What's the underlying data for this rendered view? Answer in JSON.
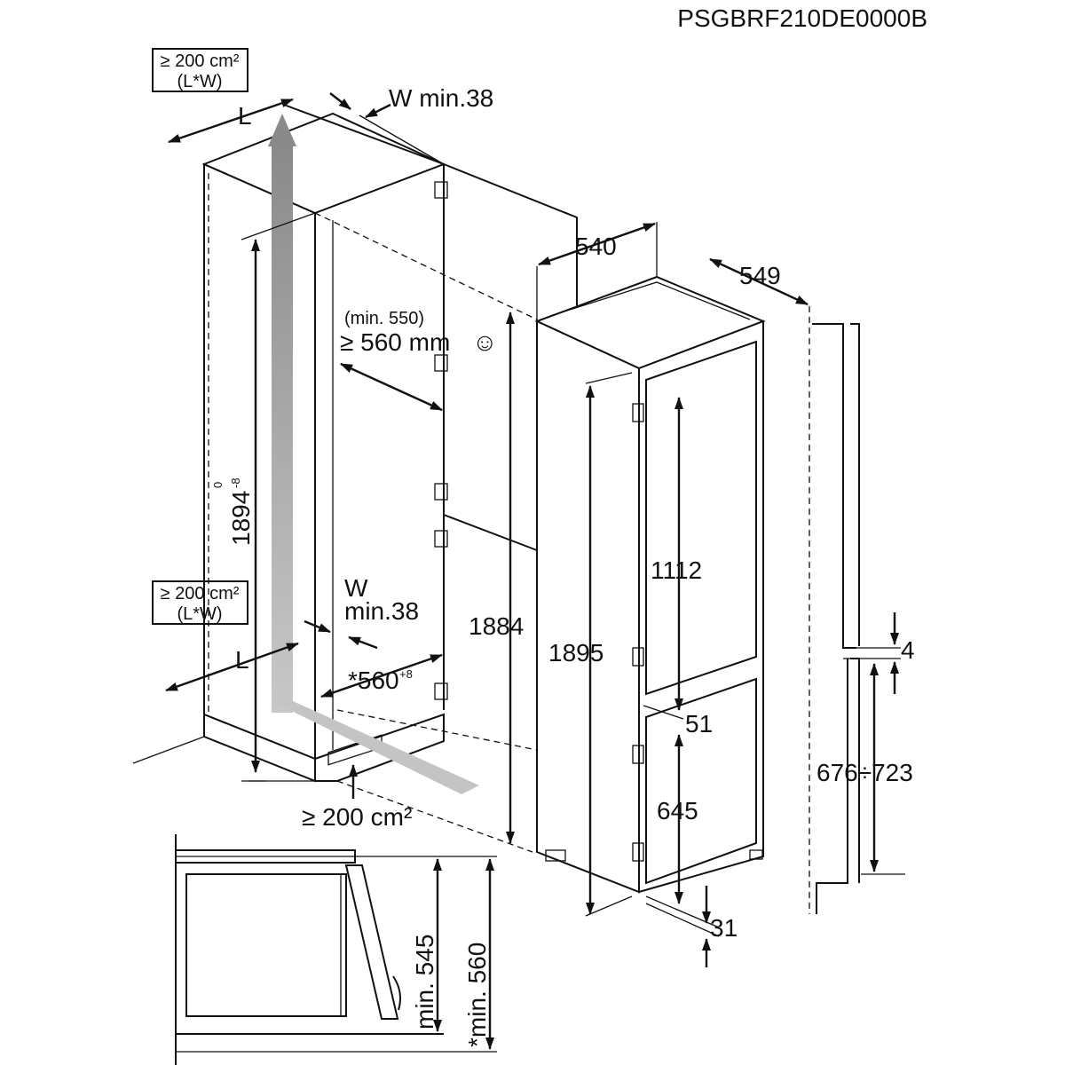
{
  "header": {
    "model_code": "PSGBRF210DE0000B"
  },
  "ventilation": {
    "top_area": "≥ 200 cm²",
    "top_area_sub": "(L*W)",
    "top_L": "L",
    "top_W": "W min.38",
    "mid_area": "≥ 200 cm²",
    "mid_area_sub": "(L*W)",
    "mid_L": "L",
    "mid_W_line1": "W",
    "mid_W_line2": "min.38",
    "bottom_area": "≥ 200 cm²"
  },
  "niche": {
    "height_main": "1894",
    "height_tol_top": "0",
    "height_tol_bottom": "-8",
    "depth_min_note": "(min. 550)",
    "depth_main": "≥ 560 mm",
    "smiley": "☺",
    "width_main": "*560",
    "width_tol": "+8"
  },
  "appliance": {
    "width": "540",
    "depth": "549",
    "height_1884": "1884",
    "height_1895": "1895",
    "upper_door": "1112",
    "gap_51": "51",
    "lower_door": "645",
    "bottom_31": "31",
    "gap_4": "4",
    "door_range": "676÷723"
  },
  "side_view": {
    "min_545": "min. 545",
    "min_560": "*min. 560"
  }
}
